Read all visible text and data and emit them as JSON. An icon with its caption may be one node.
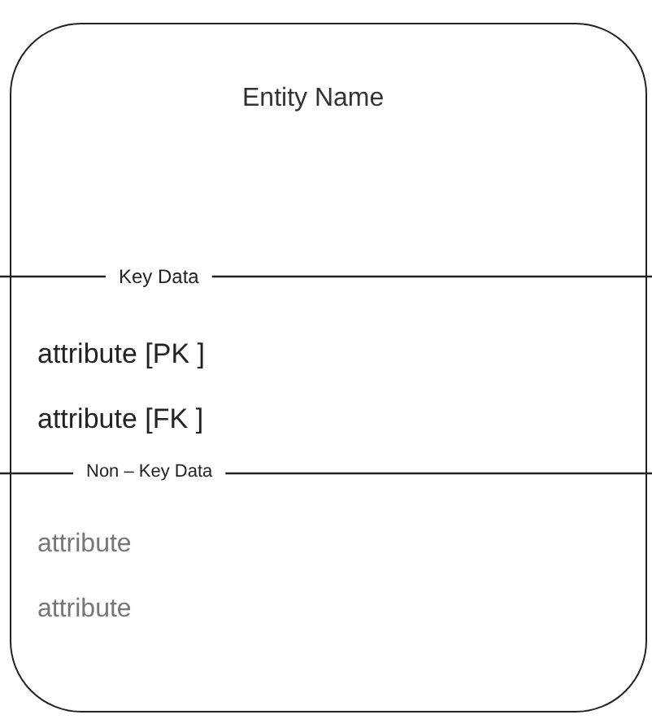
{
  "diagram": {
    "nodes": [
      {
        "text": [
          "Entity Name",
          "Key Data",
          "attribute [PK ]",
          "attribute [FK ]",
          "Non – Key Data",
          "attribute",
          "attribute"
        ]
      }
    ]
  }
}
